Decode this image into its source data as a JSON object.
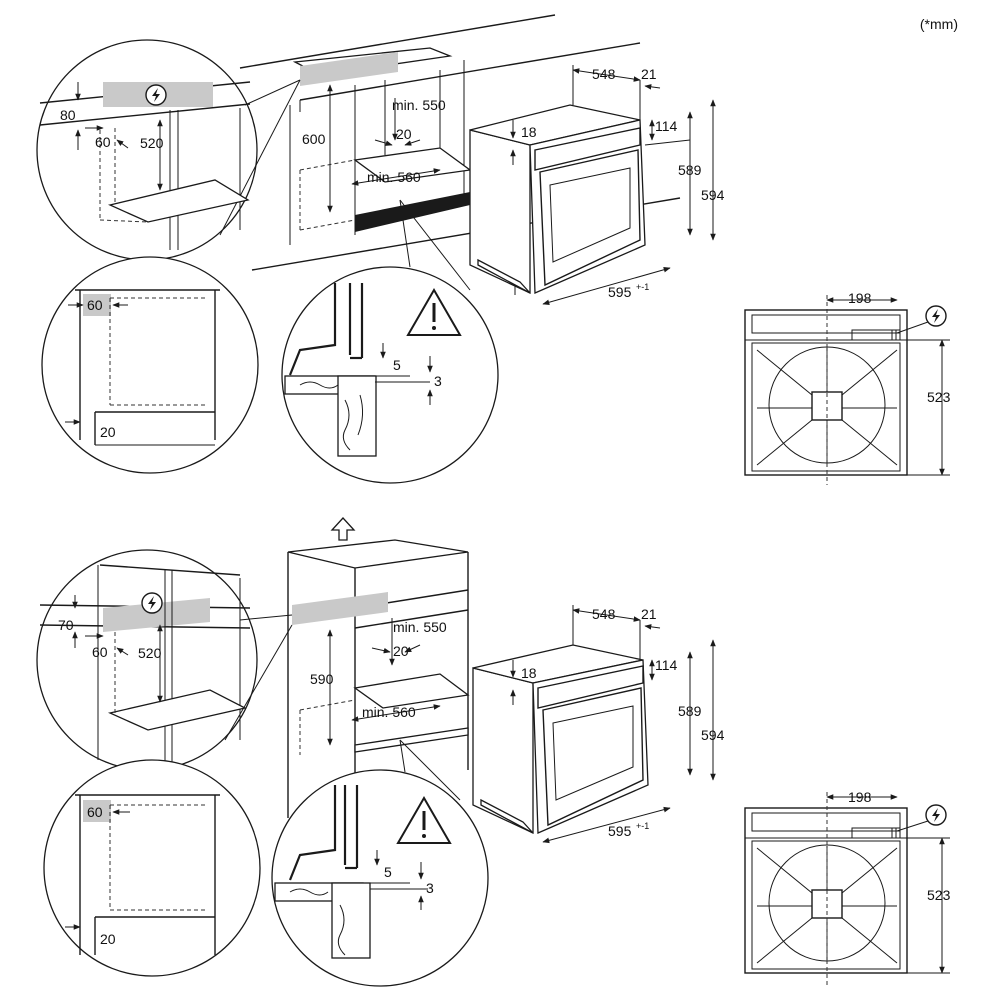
{
  "unit_note": "(*mm)",
  "top_install": {
    "detail_outlet": {
      "d80": "80",
      "d60": "60",
      "d520": "520"
    },
    "detail_side": {
      "d60": "60",
      "d20": "20"
    },
    "cabinet": {
      "d600": "600",
      "min550": "min. 550",
      "d20": "20",
      "min560": "min. 560"
    },
    "detail_gap": {
      "d5": "5",
      "d3": "3"
    },
    "oven": {
      "d548": "548",
      "d21": "21",
      "d18": "18",
      "d114": "114",
      "d589": "589",
      "d594": "594",
      "d595": "595",
      "tol": "+-1"
    },
    "front": {
      "d198": "198",
      "d523": "523"
    }
  },
  "bottom_install": {
    "detail_outlet": {
      "d70": "70",
      "d60": "60",
      "d520": "520"
    },
    "detail_side": {
      "d60": "60",
      "d20": "20"
    },
    "cabinet": {
      "d590": "590",
      "min550": "min. 550",
      "d20": "20",
      "min560": "min. 560"
    },
    "detail_gap": {
      "d5": "5",
      "d3": "3"
    },
    "oven": {
      "d548": "548",
      "d21": "21",
      "d18": "18",
      "d114": "114",
      "d589": "589",
      "d594": "594",
      "d595": "595",
      "tol": "+-1"
    },
    "front": {
      "d198": "198",
      "d523": "523"
    }
  },
  "icons": {
    "power": "lightning-bolt-circle",
    "warning": "exclamation-triangle",
    "lift": "up-arrow"
  }
}
